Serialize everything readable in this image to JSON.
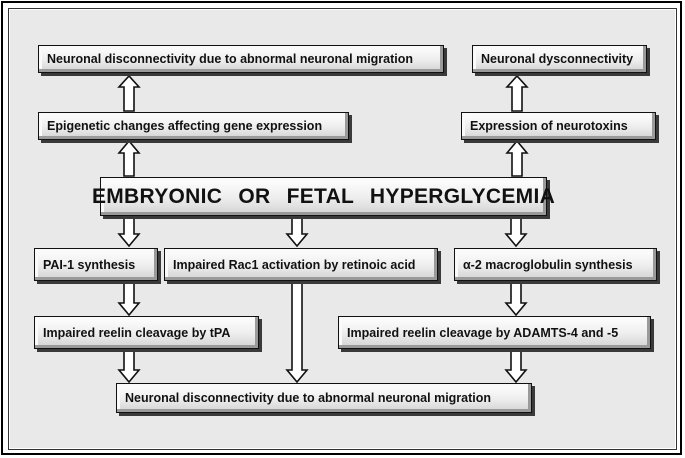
{
  "boxes": {
    "top_left": "Neuronal disconnectivity due to abnormal neuronal migration",
    "top_right": "Neuronal dysconnectivity",
    "epigenetic": "Epigenetic changes affecting gene expression",
    "neurotoxins": "Expression of neurotoxins",
    "central": "EMBRYONIC OR FETAL HYPERGLYCEMIA",
    "pai1": "PAI-1 synthesis",
    "rac1": "Impaired Rac1 activation by retinoic acid",
    "alpha2": "α-2 macroglobulin synthesis",
    "reelin_tpa": "Impaired reelin cleavage by tPA",
    "reelin_adamts": "Impaired reelin cleavage by ADAMTS-4 and -5",
    "bottom": "Neuronal disconnectivity due to abnormal neuronal migration"
  },
  "arrows": [
    {
      "from": "epigenetic",
      "to": "top_left"
    },
    {
      "from": "central",
      "to": "epigenetic"
    },
    {
      "from": "neurotoxins",
      "to": "top_right"
    },
    {
      "from": "central",
      "to": "neurotoxins"
    },
    {
      "from": "central",
      "to": "pai1"
    },
    {
      "from": "central",
      "to": "rac1"
    },
    {
      "from": "central",
      "to": "alpha2"
    },
    {
      "from": "pai1",
      "to": "reelin_tpa"
    },
    {
      "from": "alpha2",
      "to": "reelin_adamts"
    },
    {
      "from": "reelin_tpa",
      "to": "bottom"
    },
    {
      "from": "rac1",
      "to": "bottom"
    },
    {
      "from": "reelin_adamts",
      "to": "bottom"
    }
  ]
}
